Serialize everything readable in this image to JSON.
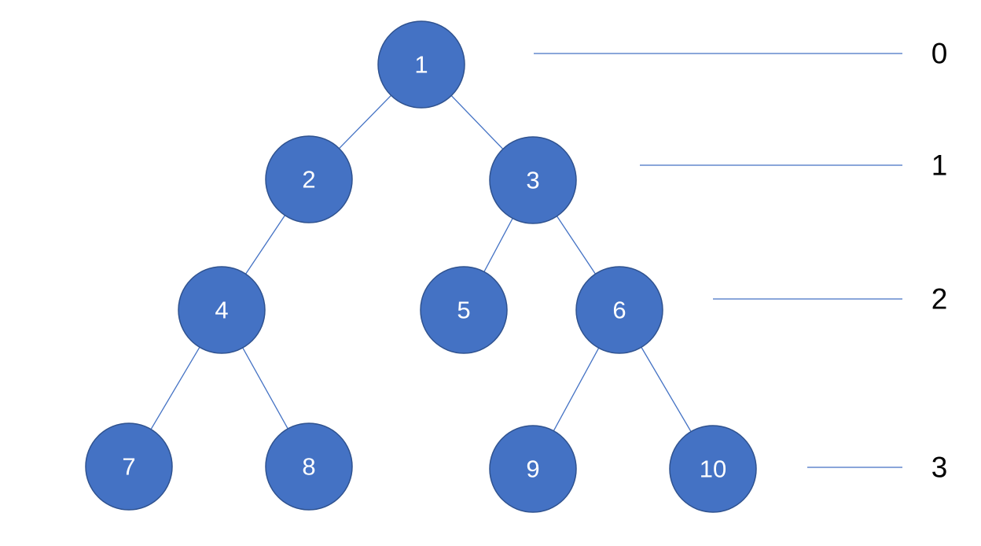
{
  "diagram": {
    "colors": {
      "node_fill": "#4472C4",
      "node_stroke": "#2F528F",
      "edge": "#4472C4",
      "label": "#FFFFFF",
      "level_text": "#000000"
    },
    "nodes": [
      {
        "id": "n1",
        "label": "1",
        "level": 0
      },
      {
        "id": "n2",
        "label": "2",
        "level": 1
      },
      {
        "id": "n3",
        "label": "3",
        "level": 1
      },
      {
        "id": "n4",
        "label": "4",
        "level": 2
      },
      {
        "id": "n5",
        "label": "5",
        "level": 2
      },
      {
        "id": "n6",
        "label": "6",
        "level": 2
      },
      {
        "id": "n7",
        "label": "7",
        "level": 3
      },
      {
        "id": "n8",
        "label": "8",
        "level": 3
      },
      {
        "id": "n9",
        "label": "9",
        "level": 3
      },
      {
        "id": "n10",
        "label": "10",
        "level": 3
      }
    ],
    "edges": [
      {
        "from": "n1",
        "to": "n2"
      },
      {
        "from": "n1",
        "to": "n3"
      },
      {
        "from": "n2",
        "to": "n4"
      },
      {
        "from": "n3",
        "to": "n5"
      },
      {
        "from": "n3",
        "to": "n6"
      },
      {
        "from": "n4",
        "to": "n7"
      },
      {
        "from": "n4",
        "to": "n8"
      },
      {
        "from": "n6",
        "to": "n9"
      },
      {
        "from": "n6",
        "to": "n10"
      }
    ],
    "levels": [
      {
        "label": "0"
      },
      {
        "label": "1"
      },
      {
        "label": "2"
      },
      {
        "label": "3"
      }
    ]
  }
}
